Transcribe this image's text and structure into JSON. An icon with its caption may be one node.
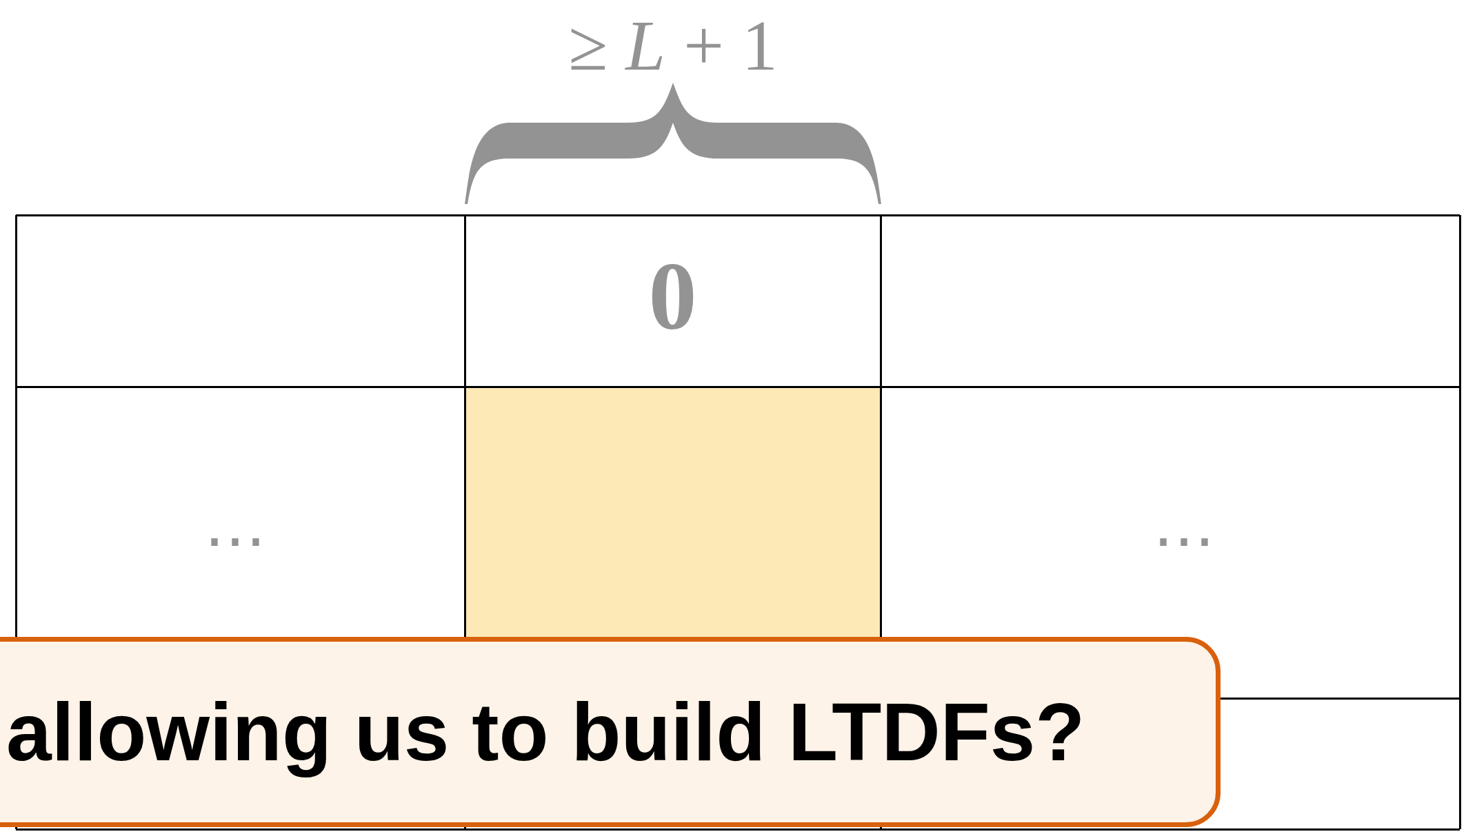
{
  "diagram": {
    "nodes": [
      {
        "text": [
          "allowing us to build LTDFs?"
        ]
      }
    ],
    "labels": [
      "≥ *L* + 1",
      "0",
      "⋯",
      "⋯"
    ]
  }
}
